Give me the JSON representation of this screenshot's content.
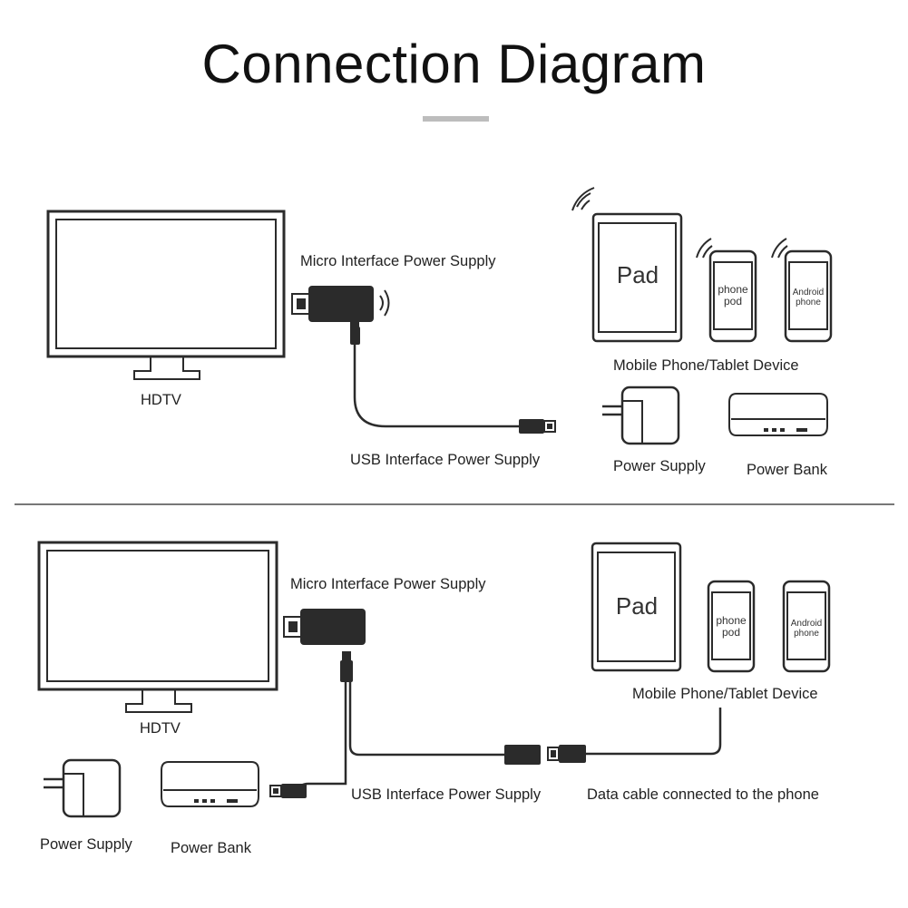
{
  "title": "Connection Diagram",
  "top": {
    "hdtv": "HDTV",
    "micro_supply": "Micro Interface Power Supply",
    "usb_supply": "USB Interface Power Supply",
    "pad": "Pad",
    "phone_pod": [
      "phone",
      "pod"
    ],
    "android_phone": [
      "Android",
      "phone"
    ],
    "devices_label": "Mobile Phone/Tablet Device",
    "power_supply": "Power Supply",
    "power_bank": "Power Bank"
  },
  "bottom": {
    "hdtv": "HDTV",
    "micro_supply": "Micro Interface Power Supply",
    "usb_supply": "USB Interface Power Supply",
    "pad": "Pad",
    "phone_pod": [
      "phone",
      "pod"
    ],
    "android_phone": [
      "Android",
      "phone"
    ],
    "devices_label": "Mobile Phone/Tablet Device",
    "data_cable": "Data cable connected to the phone",
    "power_supply": "Power Supply",
    "power_bank": "Power Bank"
  },
  "colors": {
    "line": "#2b2b2b",
    "divider": "#777777",
    "accent_bar": "#bdbdbd"
  }
}
